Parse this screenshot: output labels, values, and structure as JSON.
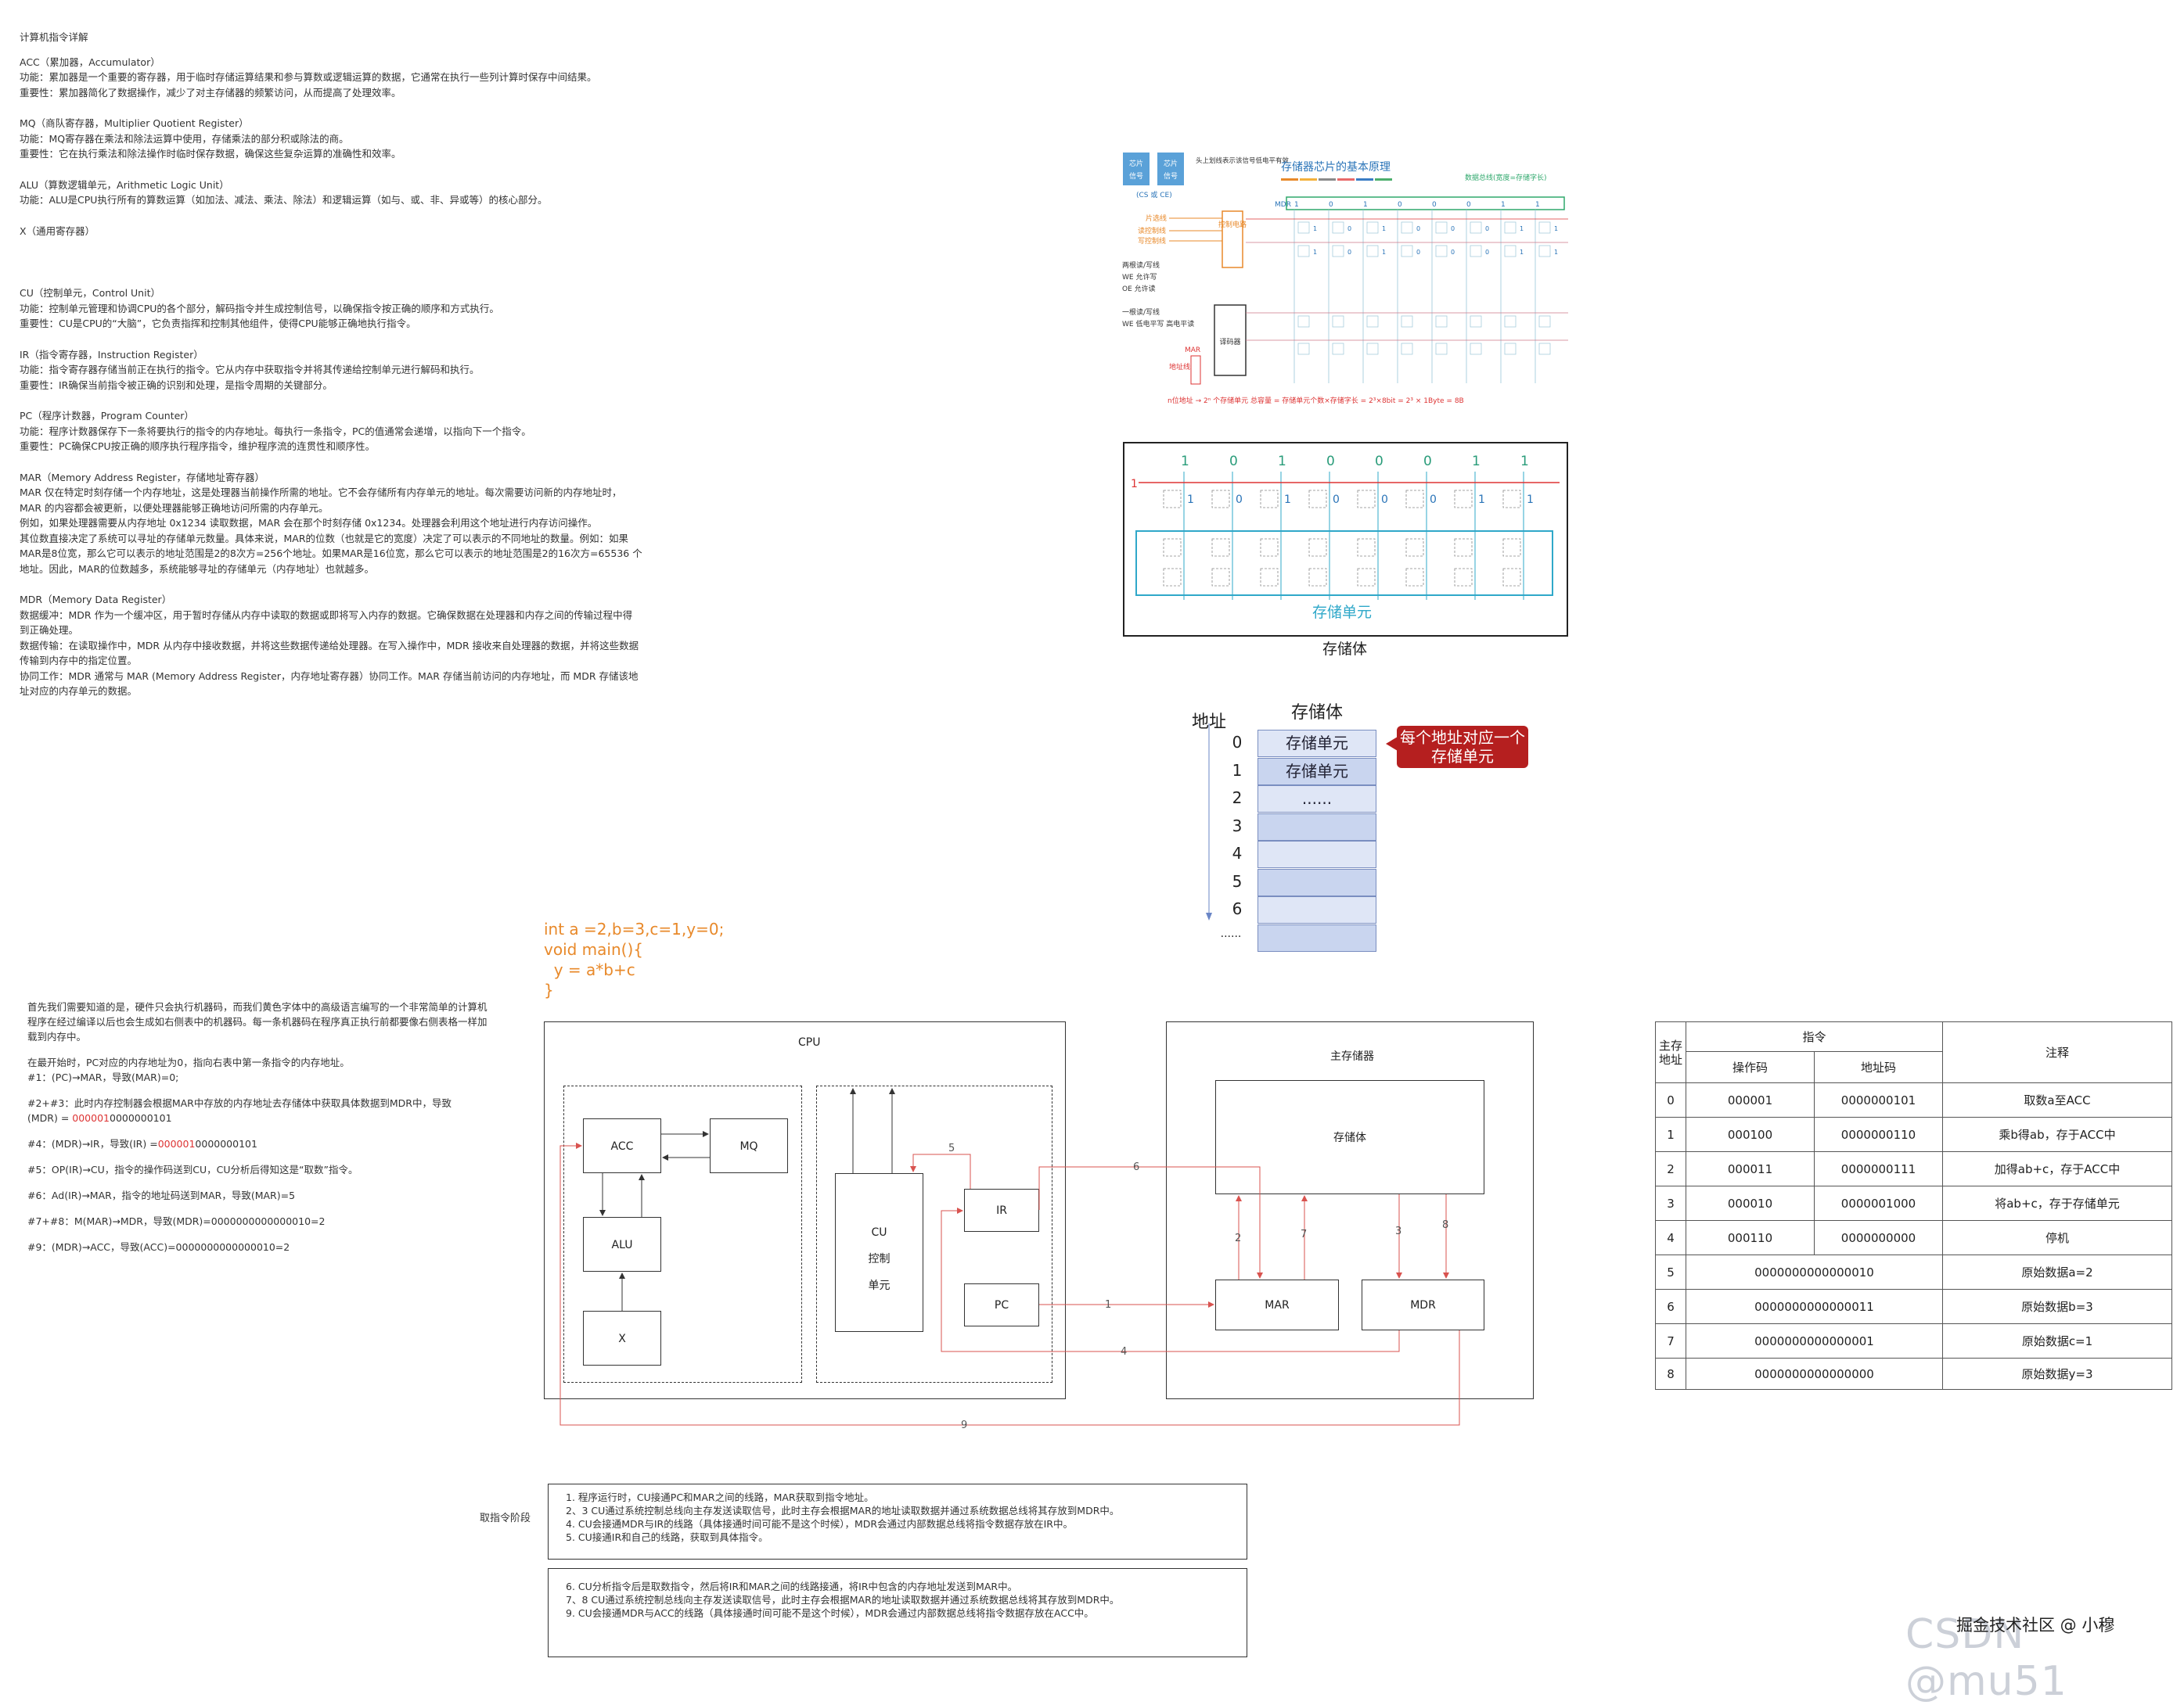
{
  "notes": {
    "title": "计算机指令详解",
    "sections": [
      {
        "head": "ACC（累加器，Accumulator）",
        "lines": [
          "功能：累加器是一个重要的寄存器，用于临时存储运算结果和参与算数或逻辑运算的数据，它通常在执行一些列计算时保存中间结果。",
          "重要性：累加器简化了数据操作，减少了对主存储器的频繁访问，从而提高了处理效率。"
        ]
      },
      {
        "head": "MQ（商队寄存器，Multiplier Quotient Register）",
        "lines": [
          "功能：MQ寄存器在乘法和除法运算中使用，存储乘法的部分积或除法的商。",
          "重要性：它在执行乘法和除法操作时临时保存数据，确保这些复杂运算的准确性和效率。"
        ]
      },
      {
        "head": "ALU（算数逻辑单元，Arithmetic Logic Unit）",
        "lines": [
          "功能：ALU是CPU执行所有的算数运算（如加法、减法、乘法、除法）和逻辑运算（如与、或、非、异或等）的核心部分。"
        ]
      },
      {
        "head": "X（通用寄存器）",
        "lines": [],
        "extra_blank": true
      },
      {
        "head": "CU（控制单元，Control Unit）",
        "lines": [
          "功能：控制单元管理和协调CPU的各个部分，解码指令并生成控制信号，以确保指令按正确的顺序和方式执行。",
          "重要性：CU是CPU的“大脑”，它负责指挥和控制其他组件，使得CPU能够正确地执行指令。"
        ]
      },
      {
        "head": "IR（指令寄存器，Instruction Register）",
        "lines": [
          "功能：指令寄存器存储当前正在执行的指令。它从内存中获取指令并将其传递给控制单元进行解码和执行。",
          "重要性：IR确保当前指令被正确的识别和处理，是指令周期的关键部分。"
        ]
      },
      {
        "head": "PC（程序计数器，Program Counter）",
        "lines": [
          "功能：程序计数器保存下一条将要执行的指令的内存地址。每执行一条指令，PC的值通常会递增，以指向下一个指令。",
          "重要性：PC确保CPU按正确的顺序执行程序指令，维护程序流的连贯性和顺序性。"
        ]
      },
      {
        "head": "MAR（Memory Address Register，存储地址寄存器）",
        "lines": [
          "MAR 仅在特定时刻存储一个内存地址，这是处理器当前操作所需的地址。它不会存储所有内存单元的地址。每次需要访问新的内存地址时，",
          "MAR 的内容都会被更新，以便处理器能够正确地访问所需的内存单元。",
          "例如，如果处理器需要从内存地址 0x1234 读取数据，MAR 会在那个时刻存储 0x1234。处理器会利用这个地址进行内存访问操作。",
          "其位数直接决定了系统可以寻址的存储单元数量。具体来说，MAR的位数（也就是它的宽度）决定了可以表示的不同地址的数量。例如：如果",
          "MAR是8位宽，那么它可以表示的地址范围是2的8次方=256个地址。如果MAR是16位宽，那么它可以表示的地址范围是2的16次方=65536 个",
          "地址。因此，MAR的位数越多，系统能够寻址的存储单元（内存地址）也就越多。"
        ]
      },
      {
        "head": "MDR（Memory Data Register）",
        "lines": [
          "数据缓冲：MDR 作为一个缓冲区，用于暂时存储从内存中读取的数据或即将写入内存的数据。它确保数据在处理器和内存之间的传输过程中得",
          "到正确处理。",
          "数据传输：在读取操作中，MDR 从内存中接收数据，并将这些数据传递给处理器。在写入操作中，MDR 接收来自处理器的数据，并将这些数据",
          "传输到内存中的指定位置。",
          "协同工作：MDR 通常与 MAR (Memory Address Register，内存地址寄存器）协同工作。MAR 存储当前访问的内存地址，而 MDR 存储该地",
          "址对应的内存单元的数据。"
        ]
      }
    ]
  },
  "walk": {
    "p1": "首先我们需要知道的是，硬件只会执行机器码，而我们黄色字体中的高级语言编写的一个非常简单的计算机程序在经过编译以后也会生成如右侧表中的机器码。每一条机器码在程序真正执行前都要像右侧表格一样加载到内存中。",
    "p2a": "在最开始时，PC对应的内存地址为0，指向右表中第一条指令的内存地址。",
    "p2b": "#1：(PC)→MAR，导致(MAR)=0;",
    "p3a": "#2+#3：此时内存控制器会根据MAR中存放的内存地址去存储体中获取具体数据到MDR中，导致",
    "p3b_pre": "(MDR) = ",
    "p3b_red": "000001",
    "p3b_post": "0000000101",
    "p4_pre": "#4：(MDR)→IR，导致(IR) =",
    "p4_red": "000001",
    "p4_post": "0000000101",
    "p5": "#5：OP(IR)→CU，指令的操作码送到CU，CU分析后得知这是“取数”指令。",
    "p6": "#6：Ad(IR)→MAR，指令的地址码送到MAR，导致(MAR)=5",
    "p7": "#7+#8：M(MAR)→MDR，导致(MDR)=0000000000000010=2",
    "p8": "#9：(MDR)→ACC，导致(ACC)=0000000000000010=2"
  },
  "code": [
    "int a =2,b=3,c=1,y=0;",
    "void main(){",
    "  y = a*b+c",
    "}"
  ],
  "chip": {
    "title": "存储器芯片的基本原理",
    "bus_label": "数据总线(宽度=存储字长)",
    "mdr": "MDR",
    "mdr_bits": [
      "1",
      "0",
      "1",
      "0",
      "0",
      "0",
      "1",
      "1"
    ],
    "cs_label": "(CS 或 CE)",
    "chip_sel": "片选线",
    "read_ctrl": "读控制线",
    "write_ctrl": "写控制线",
    "ctrl_circuit": "控制电路",
    "decoder": "译码器",
    "mar": "MAR",
    "addr_line": "地址线",
    "overline_note": "头上划线表示该信号低电平有效",
    "two_lines": "两根读/写线",
    "we_note": "WE 允许写",
    "oe_note": "OE 允许读",
    "one_line": "一根读/写线",
    "we_low": "WE 低电平写 高电平读",
    "bottom": "n位地址  →  2ⁿ 个存储单元   总容量 = 存储单元个数×存储字长 = 2³×8bit = 2³ × 1Byte = 8B",
    "row_bits": [
      "1",
      "0",
      "1",
      "0",
      "0",
      "0",
      "1",
      "1"
    ],
    "chip_left": "芯片",
    "chip_left2": "信号",
    "chip_right": "芯片",
    "chip_right2": "信号"
  },
  "memarray": {
    "bits": [
      "1",
      "0",
      "1",
      "0",
      "0",
      "0",
      "1",
      "1"
    ],
    "row_label": "1",
    "inner": "存储单元",
    "caption": "存储体"
  },
  "addr": {
    "title": "存储体",
    "label": "地址",
    "indices": [
      "0",
      "1",
      "2",
      "3",
      "4",
      "5",
      "6",
      "......"
    ],
    "cells": [
      "存储单元",
      "存储单元",
      "......",
      "",
      "",
      "",
      "",
      ""
    ],
    "callout": "每个地址对应一个存储单元"
  },
  "cpu": {
    "cpu_label": "CPU",
    "mem_label": "主存储器",
    "storage": "存储体",
    "acc": "ACC",
    "mq": "MQ",
    "alu": "ALU",
    "x": "X",
    "cu": [
      "CU",
      "控制",
      "单元"
    ],
    "ir": "IR",
    "pc": "PC",
    "mar": "MAR",
    "mdr": "MDR",
    "nums": [
      "1",
      "2",
      "3",
      "4",
      "5",
      "6",
      "7",
      "8",
      "9"
    ]
  },
  "table": {
    "h_addr": "主存地址",
    "h_instr": "指令",
    "h_op": "操作码",
    "h_ad": "地址码",
    "h_note": "注释",
    "rows": [
      {
        "a": "0",
        "op": "000001",
        "ad": "0000000101",
        "n": "取数a至ACC"
      },
      {
        "a": "1",
        "op": "000100",
        "ad": "0000000110",
        "n": "乘b得ab，存于ACC中"
      },
      {
        "a": "2",
        "op": "000011",
        "ad": "0000000111",
        "n": "加得ab+c，存于ACC中"
      },
      {
        "a": "3",
        "op": "000010",
        "ad": "0000001000",
        "n": "将ab+c，存于存储单元"
      },
      {
        "a": "4",
        "op": "000110",
        "ad": "0000000000",
        "n": "停机"
      }
    ],
    "data_rows": [
      {
        "a": "5",
        "v": "0000000000000010",
        "n": "原始数据a=2"
      },
      {
        "a": "6",
        "v": "0000000000000011",
        "n": "原始数据b=3"
      },
      {
        "a": "7",
        "v": "0000000000000001",
        "n": "原始数据c=1"
      },
      {
        "a": "8",
        "v": "0000000000000000",
        "n": "原始数据y=3"
      }
    ]
  },
  "fetch": {
    "label": "取指令阶段",
    "box1": [
      "1. 程序运行时，CU接通PC和MAR之间的线路，MAR获取到指令地址。",
      "2、3 CU通过系统控制总线向主存发送读取信号，此时主存会根据MAR的地址读取数据并通过系统数据总线将其存放到MDR中。",
      "4. CU会接通MDR与IR的线路（具体接通时间可能不是这个时候），MDR会通过内部数据总线将指令数据存放在IR中。",
      "5. CU接通IR和自己的线路，获取到具体指令。"
    ],
    "box2": [
      "6. CU分析指令后是取数指令，然后将IR和MAR之间的线路接通，将IR中包含的内存地址发送到MAR中。",
      "7、8 CU通过系统控制总线向主存发送读取信号，此时主存会根据MAR的地址读取数据并通过系统数据总线将其存放到MDR中。",
      "9. CU会接通MDR与ACC的线路（具体接通时间可能不是这个时候），MDR会通过内部数据总线将指令数据存放在ACC中。"
    ]
  },
  "watermark": "掘金技术社区 @ 小穆",
  "csdn": "CSDN @mu51",
  "colors": {
    "red_wire": "#d9534f",
    "blue": "#2fa8c9",
    "orange": "#e8892a"
  }
}
